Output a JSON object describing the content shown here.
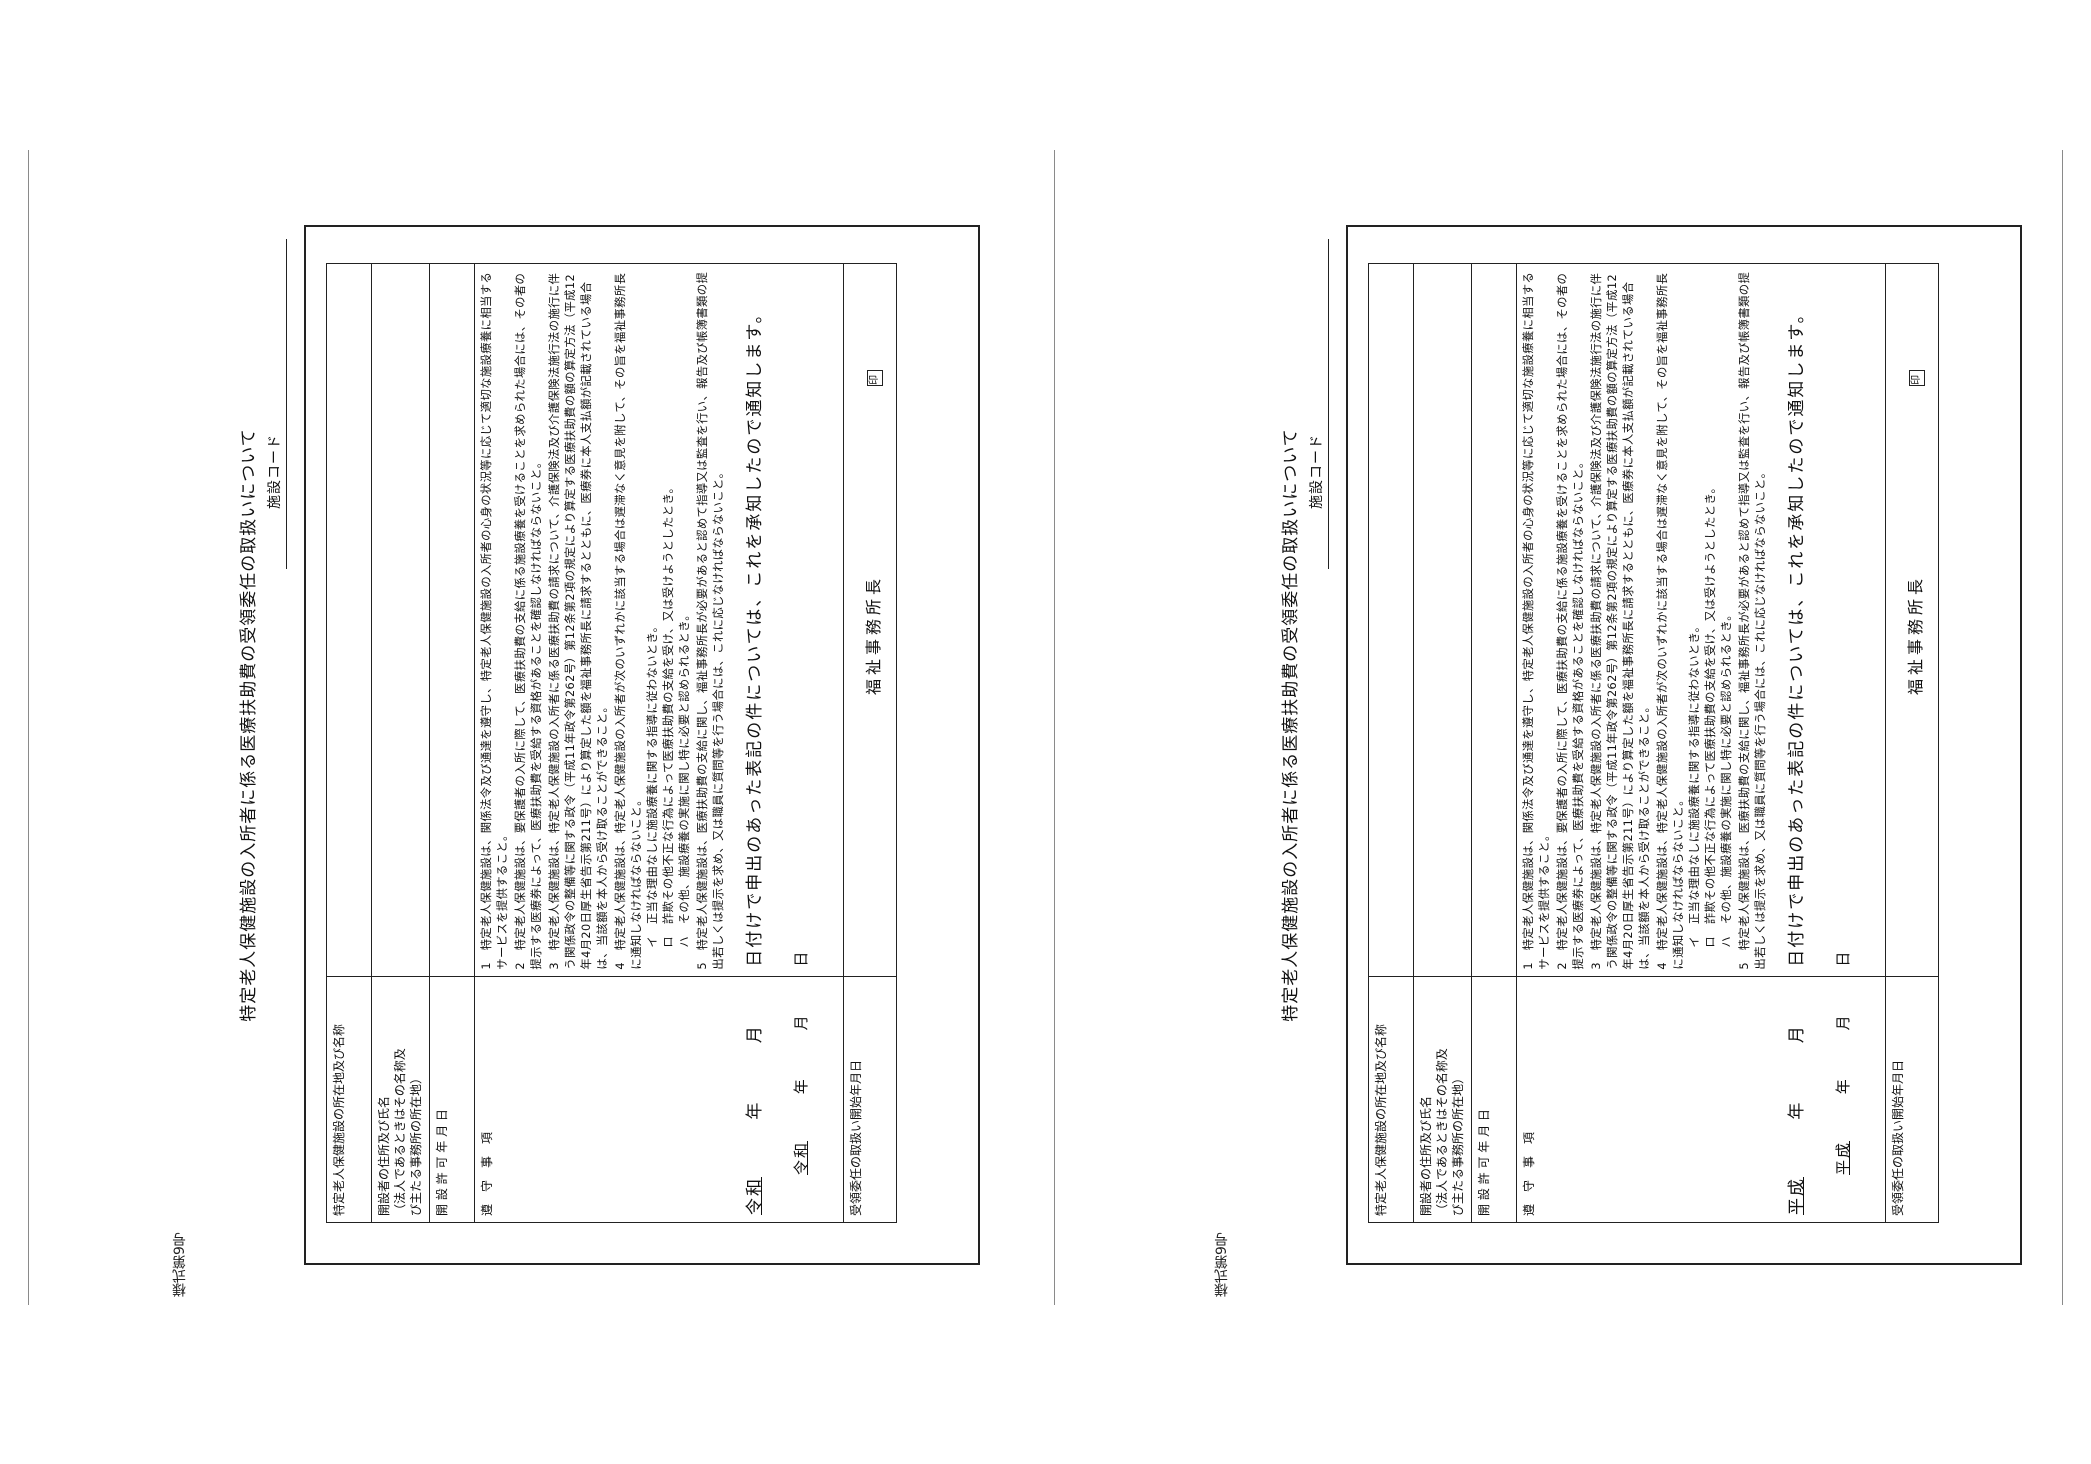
{
  "form_number": "様式第9号",
  "title": "特定老人保健施設の入所者に係る医療扶助費の受領委任の取扱いについて",
  "facility_code_label": "施設コード",
  "table": {
    "row1_label": "特定老人保健施設の所在地及び名称",
    "row2_label": "開設者の住所及び氏名\n（法人であるときはその名称及\nび主たる事務所の所在地）",
    "row3_label": "開 設 許 可 年 月 日",
    "row4_label": "遵　守　事　項",
    "row5_label": "受領委任の取扱い開始年月日"
  },
  "rules": [
    "1　特定老人保健施設は、関係法令及び通達を遵守し、特定老人保健施設の入所者の心身の状況等に応じて適切な施設療養に相当するサービスを提供すること。",
    "2　特定老人保健施設は、要保護者の入所に際して、医療扶助費の支給に係る施設療養を受けることを求められた場合には、その者の提示する医療券によって、医療扶助費を受給する資格があることを確認しなければならないこと。",
    "3　特定老人保健施設は、特定老人保健施設の入所者に係る医療扶助費の請求について、介護保険法及び介護保険法施行法の施行に伴う関係政令の整備等に関する政令（平成11年政令第262号）第12条第2項の規定により算定する医療扶助費の額の算定方法（平成12年4月20日厚生省告示第211号）により算定した額を福祉事務所長に請求するとともに、医療券に本人支払額が記載されている場合は、当該額を本人から受け取ることができること。",
    "4　特定老人保健施設は、特定老人保健施設の入所者が次のいずれかに該当する場合は遅滞なく意見を附して、その旨を福祉事務所長に通知しなければならないこと。",
    "5　特定老人保健施設は、医療扶助費の支給に関し、福祉事務所長が必要があると認めて指導又は監査を行い、報告及び帳簿書類の提出若しくは提示を求め、又は職員に質問等を行う場合には、これに応じなければならないこと。"
  ],
  "sub_rules": [
    "イ　正当な理由なしに施設療養に関する指導に従わないとき。",
    "ロ　詐欺その他不正な行為によって医療扶助費の支給を受け、又は受けようとしたとき。",
    "ハ　その他、施設療養の実施に関し特に必要と認められるとき。"
  ],
  "left_form": {
    "accept_era": "令和",
    "accept_year": "年",
    "accept_month": "月",
    "accept_text": "日付けで申出のあった表記の件については、これを承知したので通知します。",
    "date_era": "令和",
    "date_year": "年",
    "date_month": "月",
    "date_day": "日",
    "director": "福祉事務所長",
    "seal": "印"
  },
  "right_form": {
    "accept_era": "平成",
    "accept_year": "年",
    "accept_month": "月",
    "accept_text": "日付けで申出のあった表記の件については、これを承知したので通知します。",
    "date_era": "平成",
    "date_year": "年",
    "date_month": "月",
    "date_day": "日",
    "director": "福祉事務所長",
    "seal": "印"
  }
}
